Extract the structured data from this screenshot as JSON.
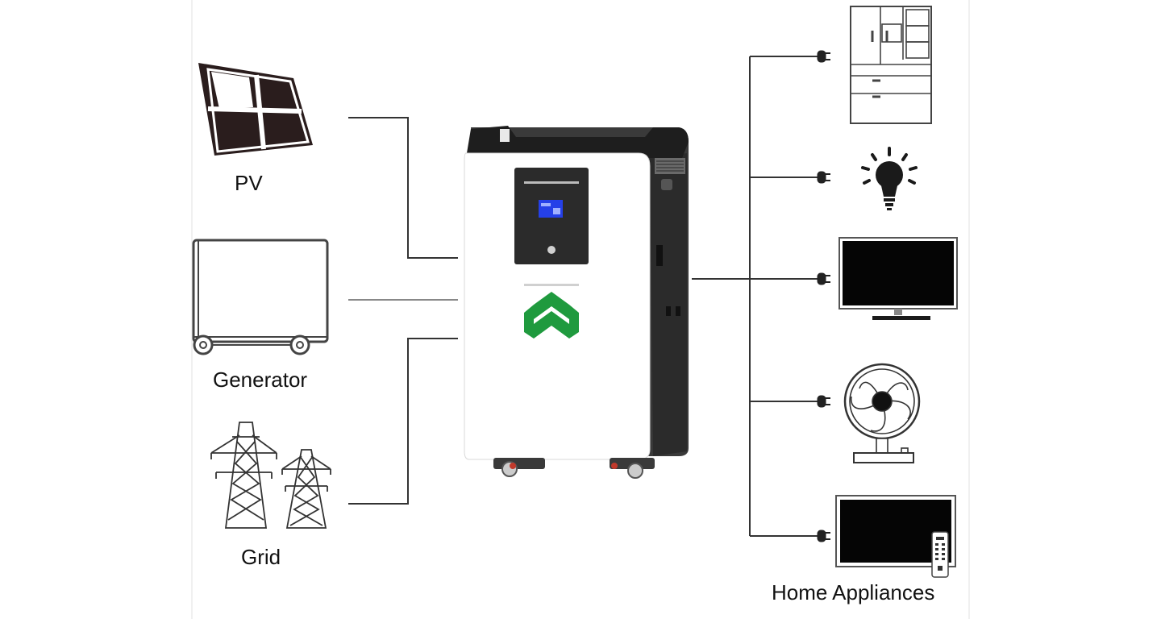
{
  "sources": {
    "pv": {
      "label": "PV",
      "icon": "solar-panel-icon"
    },
    "generator": {
      "label": "Generator",
      "icon": "generator-icon"
    },
    "grid": {
      "label": "Grid",
      "icon": "power-tower-icon"
    }
  },
  "inverter": {
    "icon": "battery-inverter-icon",
    "logo_color": "#1f9a3e"
  },
  "loads": {
    "label": "Home Appliances",
    "items": [
      {
        "icon": "refrigerator-icon"
      },
      {
        "icon": "light-bulb-icon"
      },
      {
        "icon": "tv-icon"
      },
      {
        "icon": "fan-icon"
      },
      {
        "icon": "monitor-remote-icon"
      }
    ]
  }
}
